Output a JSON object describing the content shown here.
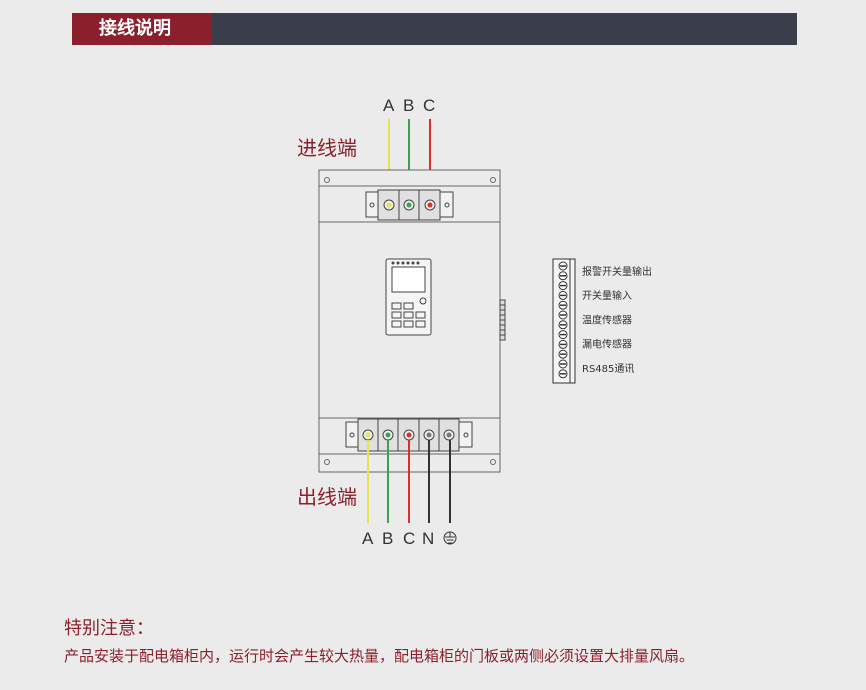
{
  "header": {
    "title": "接线说明"
  },
  "diagram": {
    "input_label": "进线端",
    "output_label": "出线端",
    "input_terminals": [
      "A",
      "B",
      "C"
    ],
    "output_terminals": [
      "A",
      "B",
      "C",
      "N"
    ],
    "ground_symbol": "⏚",
    "wire_colors": {
      "A": "#e7e34a",
      "B": "#3aa24a",
      "C": "#d9302e",
      "N": "#333333",
      "PE": "#333333"
    },
    "control_terminals": [
      {
        "label": "报警开关量输出"
      },
      {
        "label": "开关量输入"
      },
      {
        "label": "温度传感器"
      },
      {
        "label": "漏电传感器"
      },
      {
        "label": "RS485通讯"
      }
    ]
  },
  "note": {
    "title": "特别注意：",
    "body": "产品安装于配电箱柜内，运行时会产生较大热量，配电箱柜的门板或两侧必须设置大排量风扇。"
  }
}
